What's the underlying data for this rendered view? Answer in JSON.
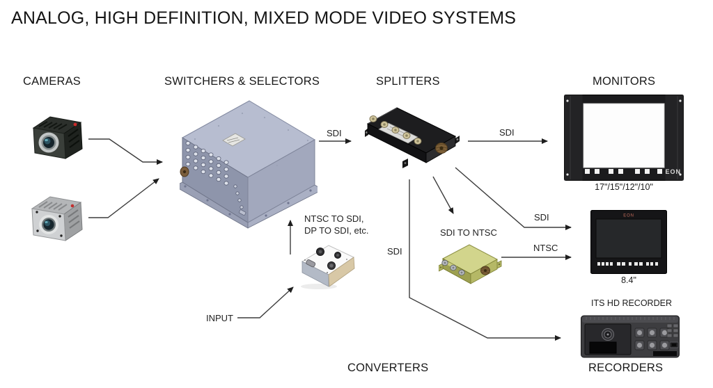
{
  "title": "ANALOG, HIGH DEFINITION, MIXED MODE VIDEO SYSTEMS",
  "sections": {
    "cameras": "CAMERAS",
    "switchers": "SWITCHERS & SELECTORS",
    "splitters": "SPLITTERS",
    "monitors": "MONITORS",
    "converters": "CONVERTERS",
    "recorders": "RECORDERS"
  },
  "connection_labels": {
    "switcher_to_splitter": "SDI",
    "splitter_to_large_monitor": "SDI",
    "splitter_to_small_monitor": "SDI",
    "ntsc_to_small_monitor": "NTSC",
    "splitter_to_recorder": "SDI",
    "input_to_converter": "INPUT"
  },
  "devices": {
    "ntsc_to_sdi_converter": {
      "caption_line1": "NTSC TO SDI,",
      "caption_line2": "DP TO SDI, etc."
    },
    "sdi_to_ntsc_converter": {
      "caption": "SDI TO NTSC"
    },
    "large_monitor": {
      "brand": "EON",
      "sizes": "17\"/15\"/12\"/10\""
    },
    "small_monitor": {
      "brand": "EON",
      "size": "8.4\""
    },
    "recorder": {
      "caption": "ITS HD RECORDER"
    }
  },
  "colors": {
    "line": "#3c3c3c",
    "switcher_body": "#a2a8bd",
    "splitter_body": "#1d1d1f",
    "sdi_ntsc_converter_body": "#b5b866",
    "connector_brass": "#7d6038"
  }
}
